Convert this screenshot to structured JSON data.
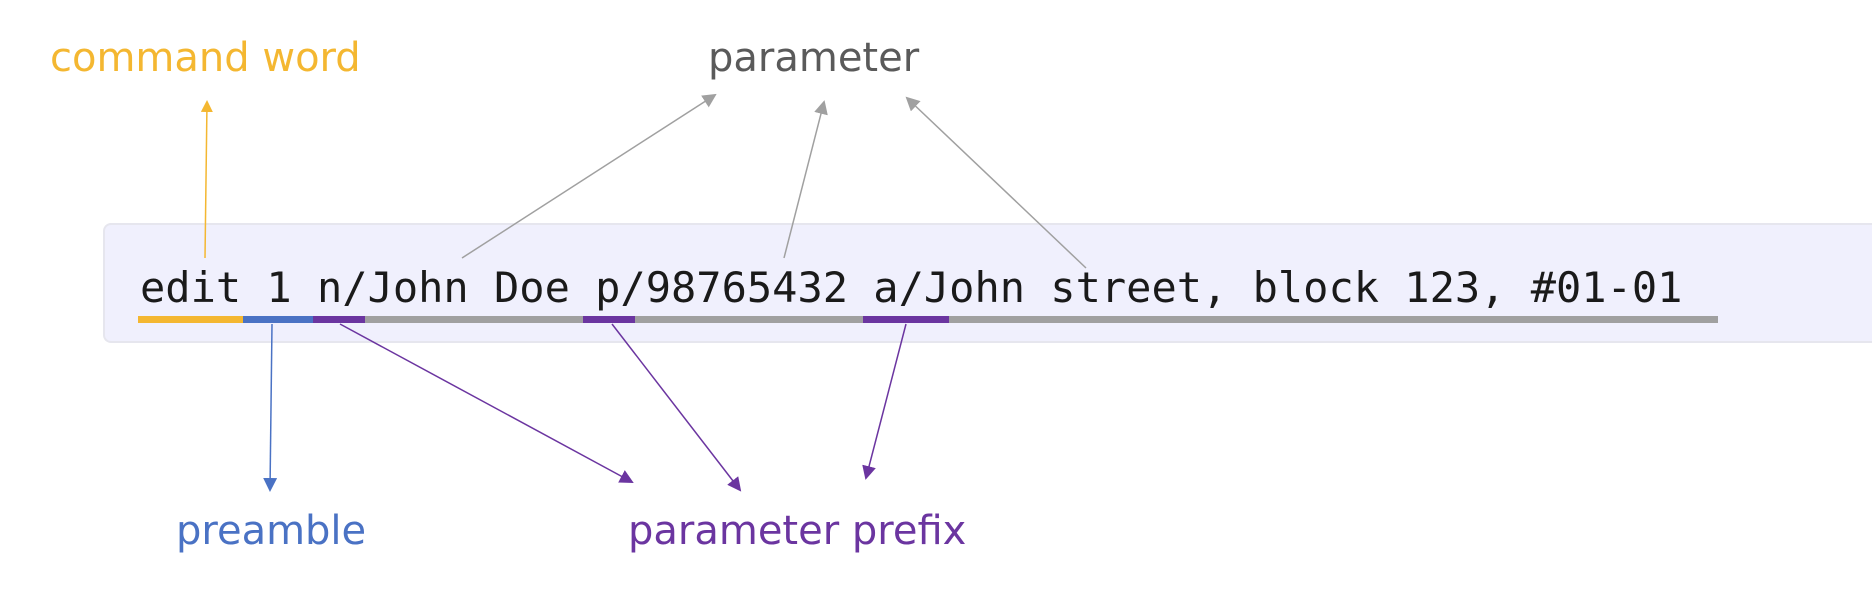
{
  "labels": {
    "command_word": "command word",
    "parameter": "parameter",
    "preamble": "preamble",
    "parameter_prefix": "parameter prefix"
  },
  "command": {
    "text": "edit 1 n/John Doe p/98765432 a/John street, block 123, #01-01"
  },
  "colors": {
    "command_word": "#f4b731",
    "preamble": "#4a72c4",
    "parameter_prefix": "#6b35a0",
    "parameter": "#5a5a5a",
    "parameter_underline": "#a0a0a0",
    "code_background": "#f0f0fd"
  }
}
